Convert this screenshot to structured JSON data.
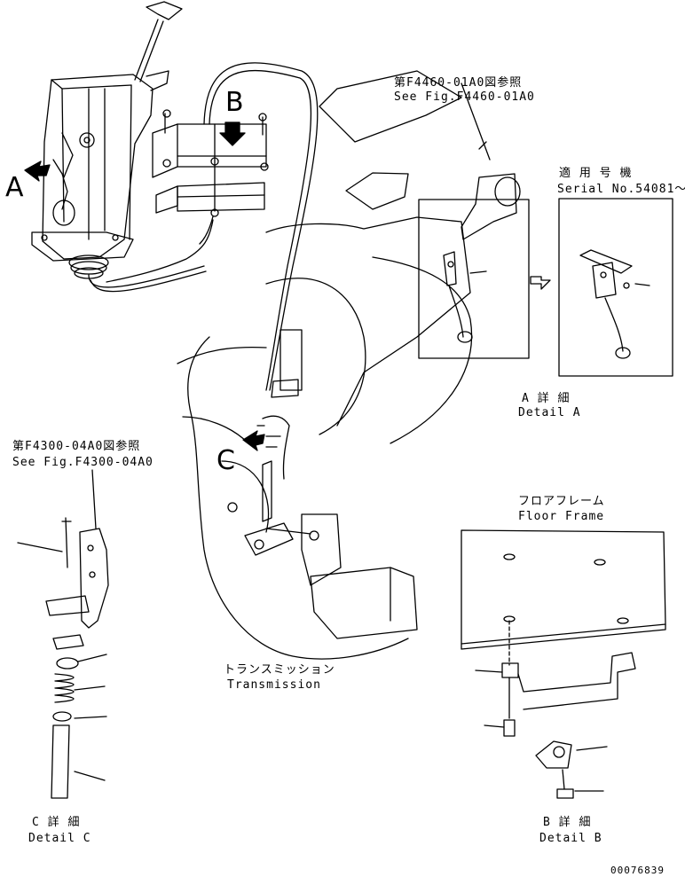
{
  "callouts": {
    "a": "A",
    "b": "B",
    "c": "C"
  },
  "ref_a": {
    "jp": "第F4460-01A0図参照",
    "en": "See Fig.F4460-01A0"
  },
  "serial": {
    "jp": "適 用 号 機",
    "en": "Serial No.54081～"
  },
  "detail_a": {
    "jp": "A 詳 細",
    "en": "Detail A"
  },
  "ref_c": {
    "jp": "第F4300-04A0図参照",
    "en": "See Fig.F4300-04A0"
  },
  "floor_frame": {
    "jp": "フロアフレーム",
    "en": "Floor Frame"
  },
  "transmission": {
    "jp": "トランスミッション",
    "en": "Transmission"
  },
  "detail_c": {
    "jp": "C 詳 細",
    "en": "Detail C"
  },
  "detail_b": {
    "jp": "B 詳 細",
    "en": "Detail B"
  },
  "drawing_number": "00076839"
}
